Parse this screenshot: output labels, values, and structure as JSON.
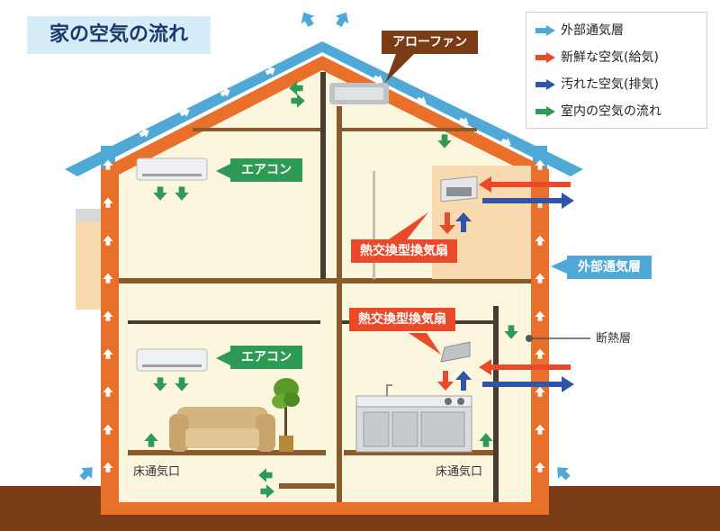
{
  "title": "家の空気の流れ",
  "legend": {
    "items": [
      {
        "label": "外部通気層",
        "color": "#4fa8d6"
      },
      {
        "label": "新鮮な空気(給気)",
        "color": "#e84a2a"
      },
      {
        "label": "汚れた空気(排気)",
        "color": "#2f55a4"
      },
      {
        "label": "室内の空気の流れ",
        "color": "#2e9a55"
      }
    ]
  },
  "labels": {
    "arrow_fan": "アローファン",
    "aircon_upper": "エアコン",
    "aircon_lower": "エアコン",
    "heat_fan_upper": "熱交換型換気扇",
    "heat_fan_lower": "熱交換型換気扇",
    "outer_layer": "外部通気層",
    "insulation": "断熱層",
    "floor_vent_left": "床通気口",
    "floor_vent_right": "床通気口"
  },
  "colors": {
    "roof_blue": "#4fa8d6",
    "insulation_orange": "#e8702a",
    "interior": "#fdf6df",
    "ground": "#7a3b17",
    "beam": "#8b5a2b",
    "duct_dark": "#4a3a30"
  }
}
